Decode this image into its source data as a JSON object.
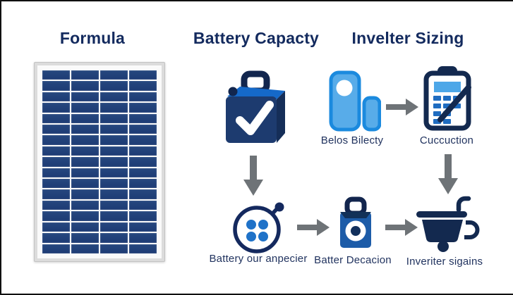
{
  "headers": [
    {
      "id": "formula",
      "label": "Formula"
    },
    {
      "id": "battery-capacity",
      "label": "Battery Capacty"
    },
    {
      "id": "inverter-sizing",
      "label": "Invelter Sizing"
    }
  ],
  "diagram": {
    "below_capacity_label": "Belos Bilecty",
    "calculation_label": "Cuccuction",
    "inspection_label": "Battery our anpecier",
    "decision_label": "Batter Decacion",
    "inverter_label": "Inveriter sigains"
  },
  "panel": {
    "rows": 17,
    "columns": 4
  },
  "colors": {
    "heading_navy": "#132a5e",
    "icon_navy": "#13294f",
    "icon_dark_navy": "#12254d",
    "medium_blue": "#1f6cc0",
    "bright_blue": "#1569c9",
    "light_blue_fill": "#58ace9",
    "light_blue_border": "#1b8ade",
    "arrow_gray": "#6e7377",
    "panel_cell_blue": "#1e3d7a",
    "panel_frame_gray": "#dcdcdc",
    "label_navy": "#21335f"
  }
}
